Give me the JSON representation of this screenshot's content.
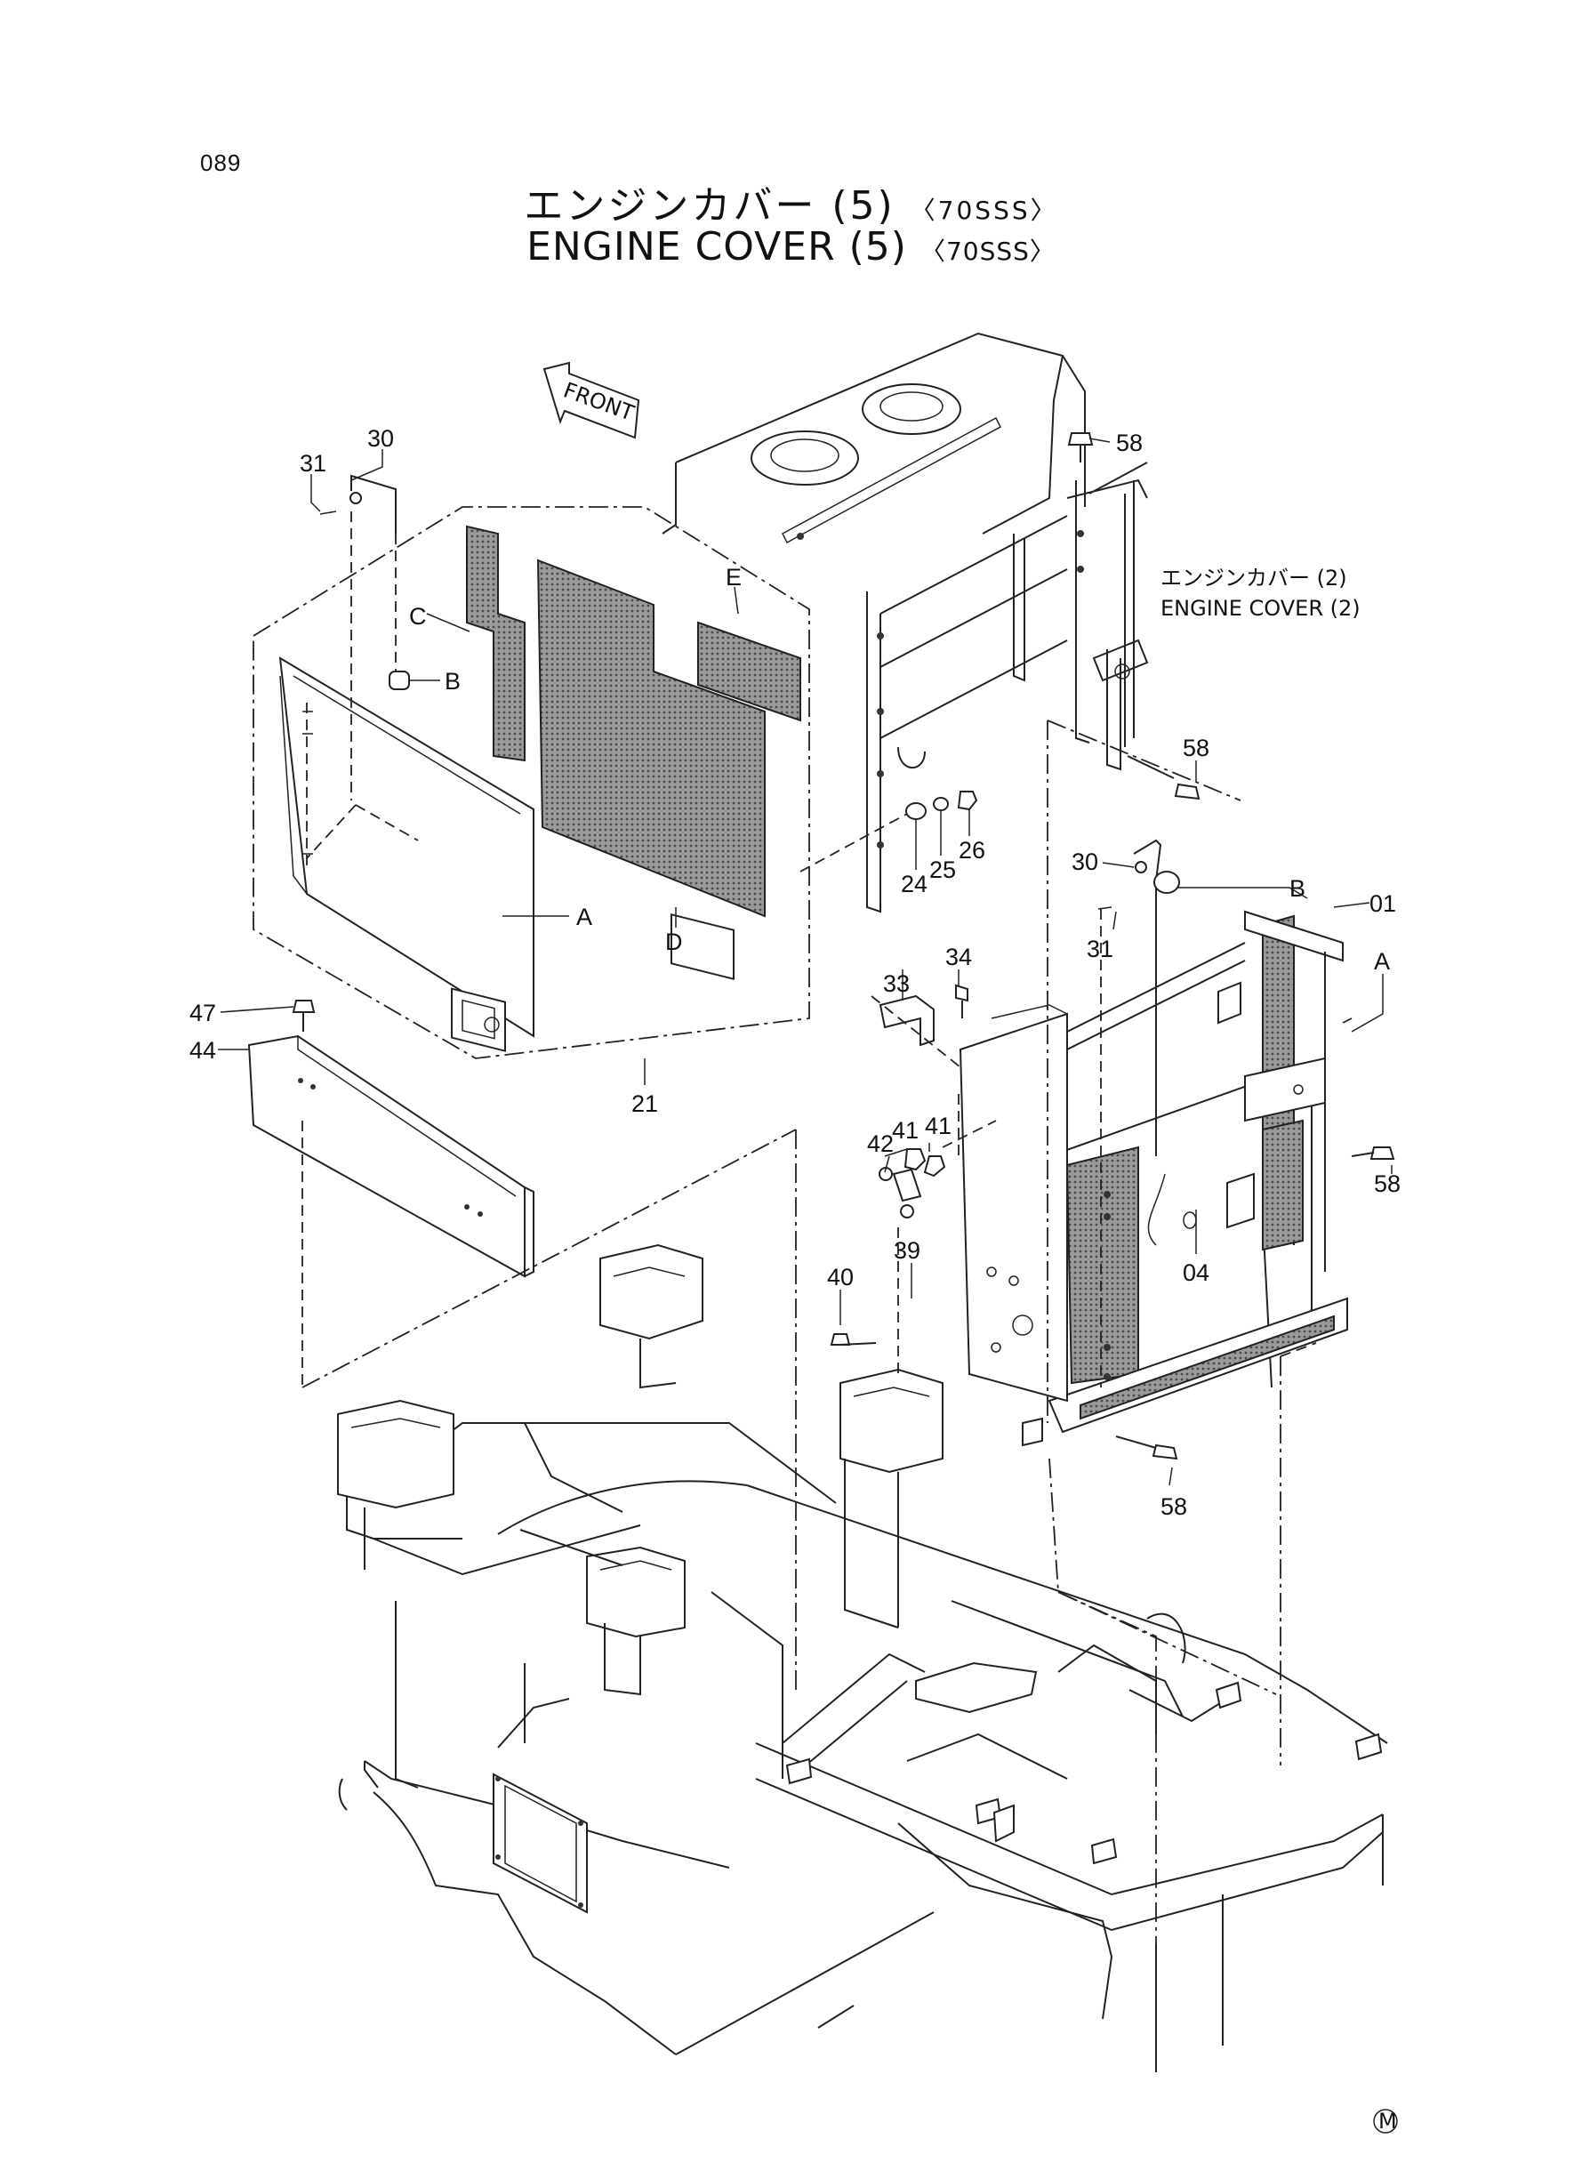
{
  "page_number": "089",
  "title": {
    "japanese": "エンジンカバー (5)",
    "english": "ENGINE COVER (5)",
    "variant": "〈70SSS〉"
  },
  "front_arrow_label": "FRONT",
  "reference_note": {
    "japanese": "エンジンカバー (2)",
    "english": "ENGINE COVER (2)"
  },
  "part_callouts": {
    "p01": "01",
    "p04": "04",
    "p21": "21",
    "p24": "24",
    "p25": "25",
    "p26": "26",
    "p30_left": "30",
    "p30_right": "30",
    "p31_left": "31",
    "p31_right": "31",
    "p33": "33",
    "p34": "34",
    "p39": "39",
    "p40": "40",
    "p41_a": "41",
    "p41_b": "41",
    "p42": "42",
    "p44": "44",
    "p47": "47",
    "p58_top": "58",
    "p58_mid": "58",
    "p58_right": "58",
    "p58_bottom": "58"
  },
  "letter_callouts": {
    "A_left": "A",
    "A_right": "A",
    "B_left": "B",
    "B_right": "B",
    "C": "C",
    "D": "D",
    "E": "E"
  },
  "corner_mark": "M"
}
